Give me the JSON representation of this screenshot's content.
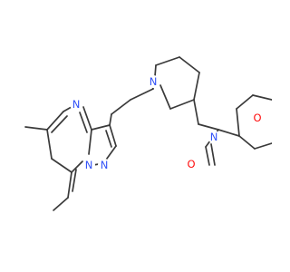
{
  "molecule": {
    "atom_labels": {
      "n_pyrimidine": "N",
      "n_bridge": "N",
      "n_pyrazole": "N",
      "n_piperidine": "N",
      "n_amide": "N",
      "o_morpholine": "O",
      "o_carbonyl": "O"
    },
    "colors": {
      "bond": "#3a3a3a",
      "nitrogen": "#3050f8",
      "oxygen": "#ff0d0d",
      "background": "#ffffff"
    }
  }
}
